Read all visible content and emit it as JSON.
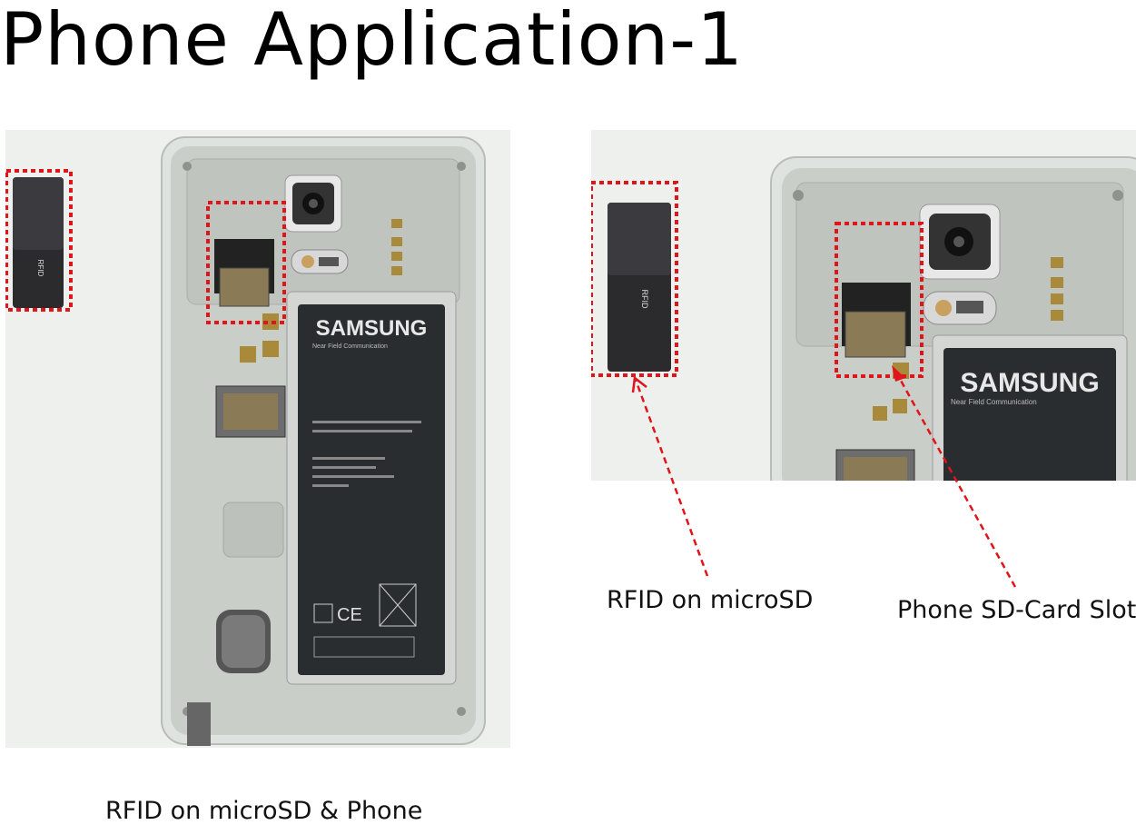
{
  "title": "Phone Application-1",
  "left_photo": {
    "battery_brand": "SAMSUNG",
    "battery_subtitle": "Near Field Communication",
    "card_label": "RFID"
  },
  "right_photo": {
    "battery_brand": "SAMSUNG",
    "battery_subtitle": "Near Field Communication",
    "card_label": "RFID"
  },
  "annotations": {
    "rfid_label": "RFID on microSD",
    "slot_label": "Phone SD-Card Slot"
  },
  "caption": "RFID on microSD & Phone",
  "colors": {
    "highlight": "#e0141b",
    "phone_body": "#c9cec9",
    "battery": "#2a2d30"
  }
}
